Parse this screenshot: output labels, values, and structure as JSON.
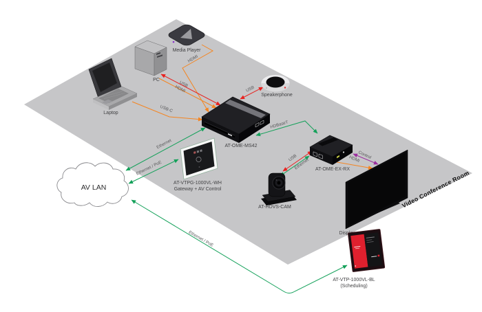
{
  "diagram": {
    "room_label": "Video Conference Room",
    "cloud": {
      "label": "AV LAN"
    },
    "devices": {
      "media_player": {
        "label": "Media Player"
      },
      "pc": {
        "label": "PC"
      },
      "laptop": {
        "label": "Laptop"
      },
      "speakerphone": {
        "label": "Speakerphone"
      },
      "switcher": {
        "label": "AT-OME-MS42"
      },
      "control_panel": {
        "label": "AT-VTPG-1000VL-WH",
        "sublabel": "Gateway + AV Control"
      },
      "receiver": {
        "label": "AT-OME-EX-RX"
      },
      "camera": {
        "label": "AT-HDVS-CAM"
      },
      "display": {
        "label": "Display"
      },
      "scheduling_panel": {
        "label": "AT-VTP-1000VL-BL",
        "sublabel": "(Scheduling)"
      }
    },
    "connections": [
      {
        "from": "Media Player",
        "to": "AT-OME-MS42",
        "label": "HDMI",
        "type": "hdmi",
        "bidirectional": false
      },
      {
        "from": "PC",
        "to": "AT-OME-MS42",
        "label": "USB",
        "type": "usb",
        "bidirectional": true
      },
      {
        "from": "PC",
        "to": "AT-OME-MS42",
        "label": "HDMI",
        "type": "hdmi",
        "bidirectional": false
      },
      {
        "from": "Laptop",
        "to": "AT-OME-MS42",
        "label": "USB-C",
        "type": "usbc",
        "bidirectional": false
      },
      {
        "from": "AT-OME-MS42",
        "to": "Speakerphone",
        "label": "USB",
        "type": "usb",
        "bidirectional": true
      },
      {
        "from": "AV LAN",
        "to": "AT-OME-MS42",
        "label": "Ethernet",
        "type": "ethernet",
        "bidirectional": true
      },
      {
        "from": "AV LAN",
        "to": "AT-VTPG-1000VL-WH",
        "label": "Ethernet / PoE",
        "type": "ethernet",
        "bidirectional": true
      },
      {
        "from": "AV LAN",
        "to": "AT-VTP-1000VL-BL",
        "label": "Ethernet / PoE",
        "type": "ethernet",
        "bidirectional": true
      },
      {
        "from": "AT-OME-MS42",
        "to": "AT-OME-EX-RX",
        "label": "HDBaseT",
        "type": "hdbaset",
        "bidirectional": true
      },
      {
        "from": "AT-OME-EX-RX",
        "to": "AT-HDVS-CAM",
        "label": "USB",
        "type": "usb",
        "bidirectional": true
      },
      {
        "from": "AT-OME-EX-RX",
        "to": "AT-HDVS-CAM",
        "label": "Ethernet",
        "type": "ethernet",
        "bidirectional": true
      },
      {
        "from": "AT-OME-EX-RX",
        "to": "Display",
        "label": "HDMI",
        "type": "hdmi",
        "bidirectional": false
      },
      {
        "from": "AT-OME-EX-RX",
        "to": "Display",
        "label": "Control",
        "type": "control",
        "bidirectional": true
      }
    ],
    "colors": {
      "hdmi": "#F5841F",
      "usb": "#E8221F",
      "usbc": "#F5841F",
      "ethernet": "#14A15A",
      "hdbaset": "#14A15A",
      "control": "#9B2F9E",
      "room_plane": "#C6C6C8"
    }
  }
}
